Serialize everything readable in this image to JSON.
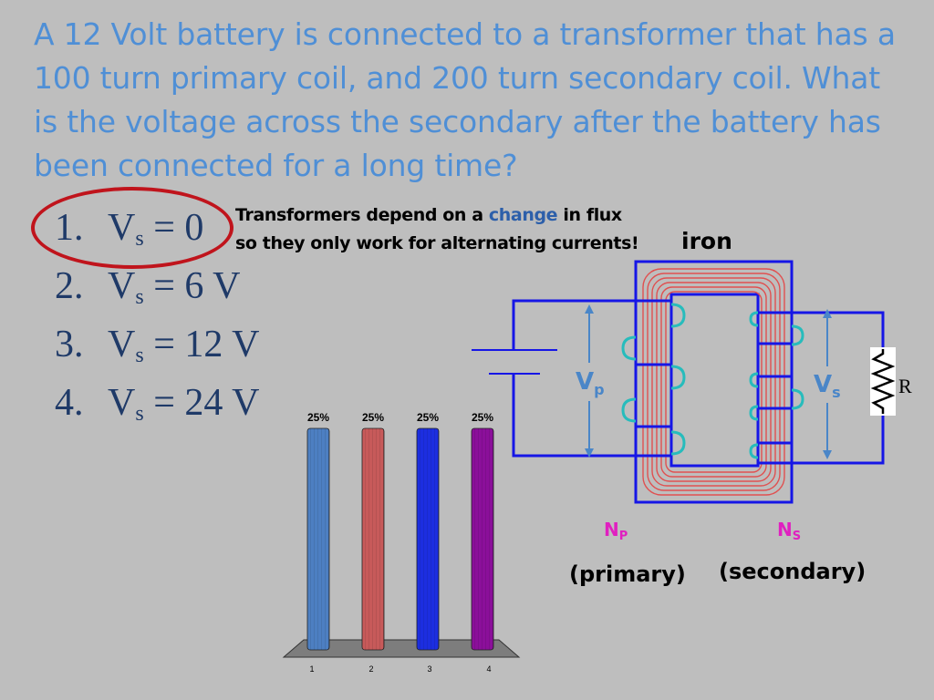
{
  "question": "A 12 Volt battery is connected to a transformer that has a 100 turn primary coil, and 200 turn secondary coil. What is the voltage across the secondary after the battery has been connected for a long time?",
  "answers": [
    {
      "num": "1.",
      "label": "V",
      "sub": "s",
      "rest": " = 0"
    },
    {
      "num": "2.",
      "label": "V",
      "sub": "s",
      "rest": " = 6 V"
    },
    {
      "num": "3.",
      "label": "V",
      "sub": "s",
      "rest": " = 12 V"
    },
    {
      "num": "4.",
      "label": "V",
      "sub": "s",
      "rest": " = 24 V"
    }
  ],
  "note": {
    "part1": "Transformers depend on a ",
    "highlight": "change",
    "part2": " in flux",
    "line2": "so they only work for alternating currents!"
  },
  "diagram": {
    "iron": "iron",
    "vp": "V",
    "vp_sub": "p",
    "vs": "V",
    "vs_sub": "s",
    "r": "R",
    "np": "N",
    "np_sub": "P",
    "ns": "N",
    "ns_sub": "S",
    "primary": "(primary)",
    "secondary": "(secondary)"
  },
  "colors": {
    "wire": "#1616e6",
    "coil": "#27bcbc",
    "iron_lines": "#e05050",
    "label_blue": "#4a86c8",
    "magenta": "#e020c0"
  },
  "chart_data": {
    "type": "bar",
    "categories": [
      "1",
      "2",
      "3",
      "4"
    ],
    "values": [
      25,
      25,
      25,
      25
    ],
    "data_labels": [
      "25%",
      "25%",
      "25%",
      "25%"
    ],
    "colors": [
      "#4d7fc2",
      "#c75a5a",
      "#1c2ee0",
      "#8b0f9a"
    ],
    "ylim": [
      0,
      25
    ]
  }
}
